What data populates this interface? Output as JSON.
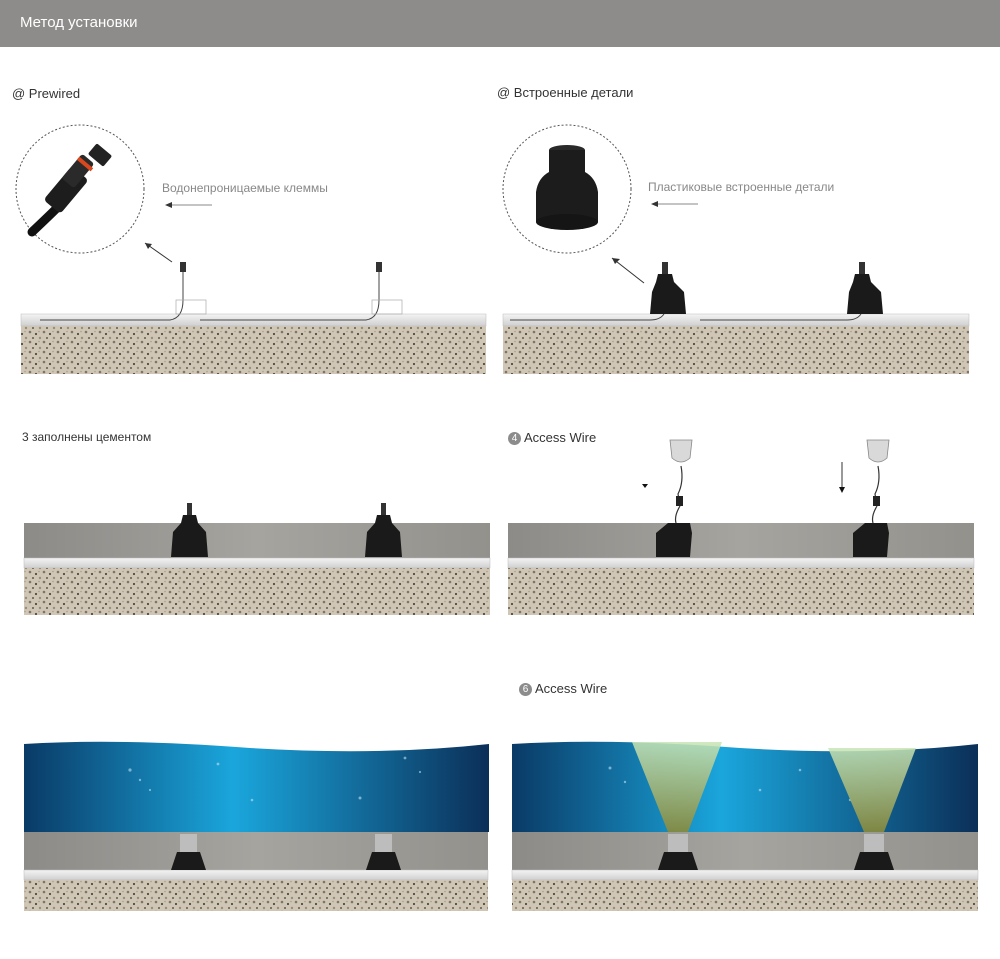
{
  "header": {
    "title": "Метод установки"
  },
  "steps": [
    {
      "label": "@ Prewired",
      "callout": "Водонепроницаемые клеммы"
    },
    {
      "label": "@ Встроенные детали",
      "callout": "Пластиковые встроенные детали"
    },
    {
      "label": "3 заполнены цементом"
    },
    {
      "number": "4",
      "label": "Access Wire"
    },
    {
      "number": "6",
      "label": "Access Wire"
    }
  ],
  "colors": {
    "header": "#8e8c8b",
    "gravel": "#cfc6b6",
    "concrete": "#9a9894",
    "water_deep": "#0a3a66",
    "water_light": "#1aa6dc",
    "fixture": "#1a1a1a"
  }
}
